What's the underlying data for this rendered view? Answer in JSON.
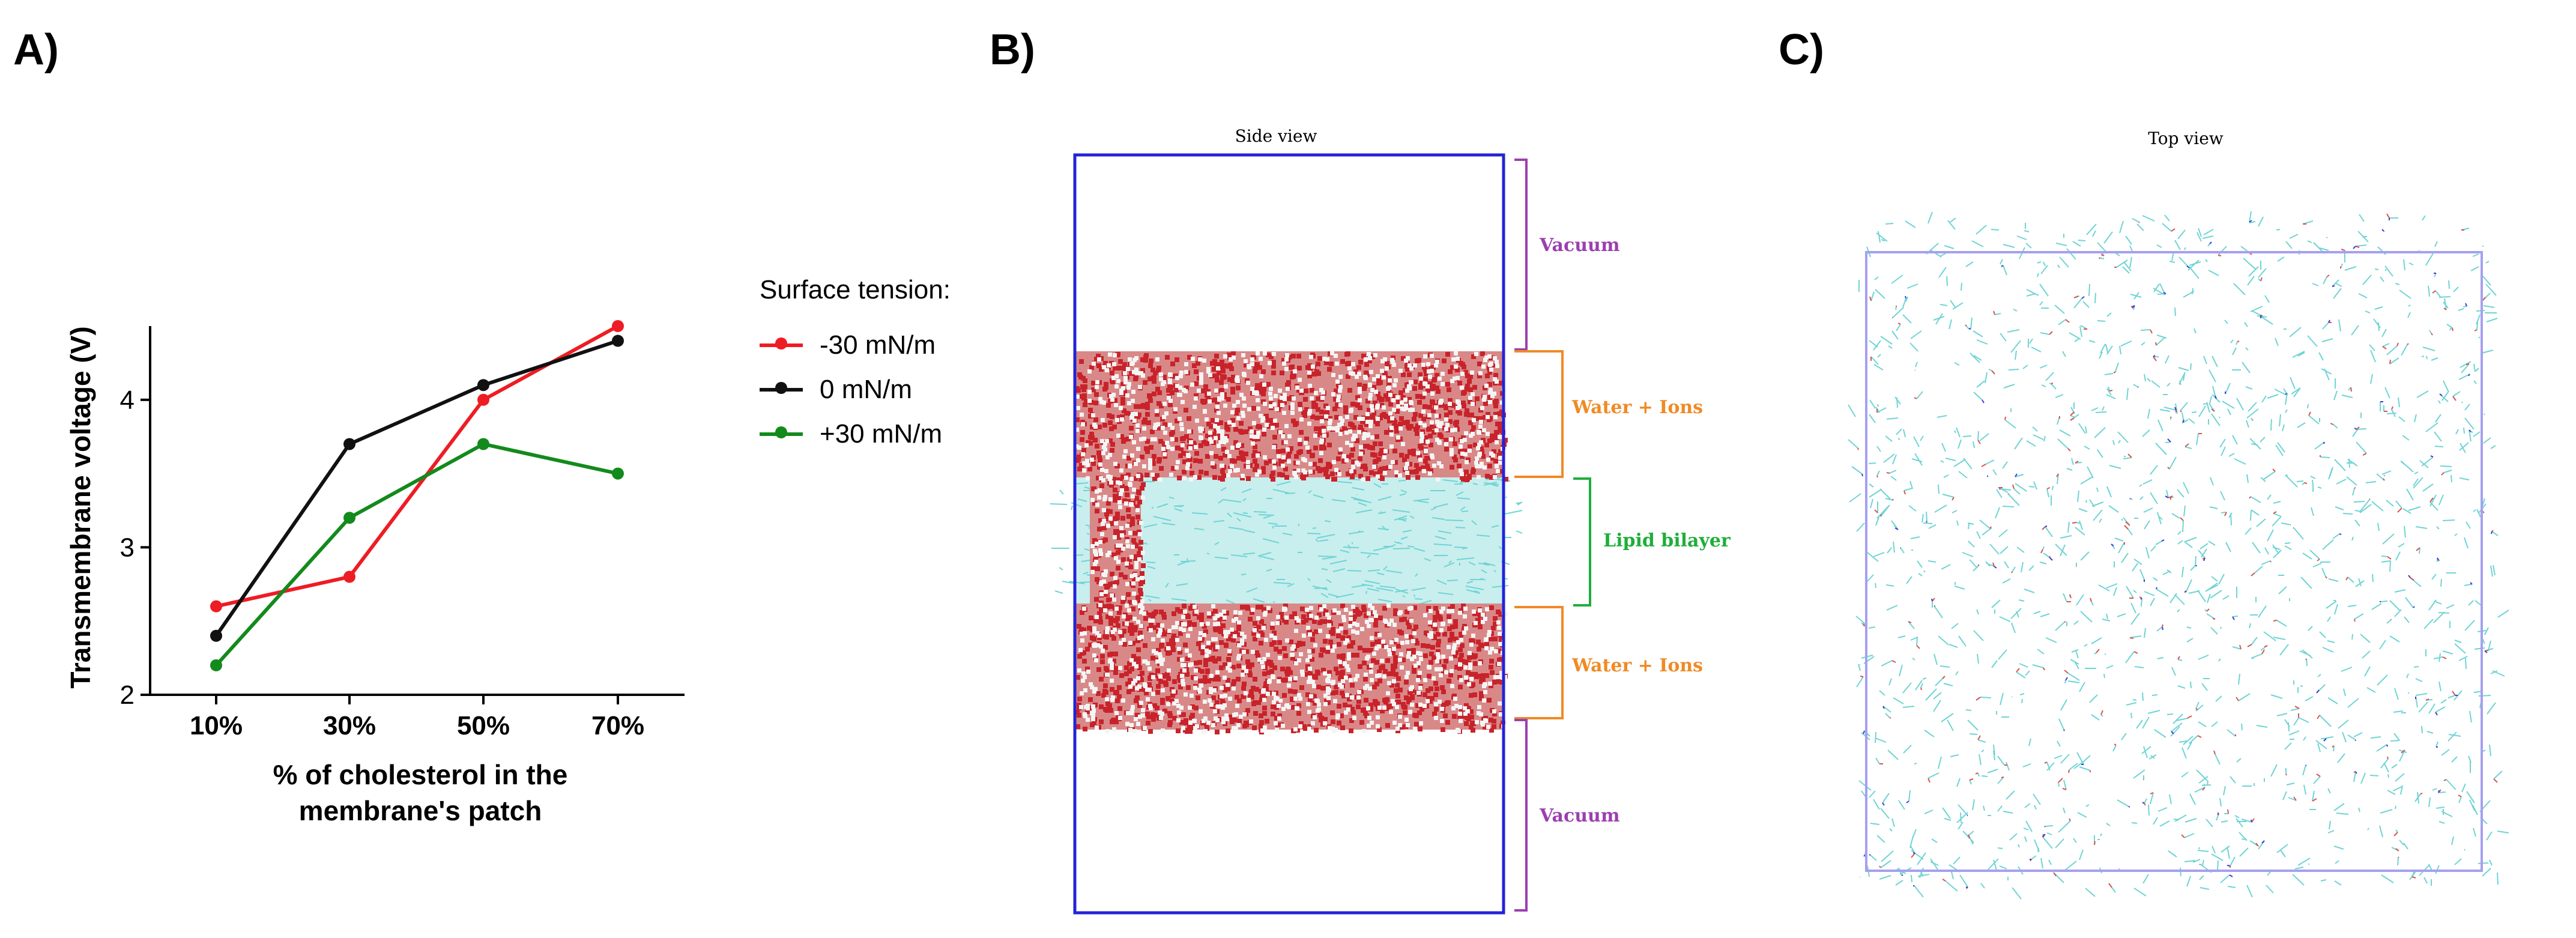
{
  "panel_labels": {
    "a": "A)",
    "b": "B)",
    "c": "C)"
  },
  "colors": {
    "red": "#ee1c24",
    "black": "#111111",
    "green": "#138a1c",
    "vacuum": "#9b3fb0",
    "water": "#f08a24",
    "lipid": "#1fae3a",
    "box_b": "#2323d8",
    "box_c": "#a6a0ef",
    "lipid_cyan": "#6fd4d4",
    "water_red": "#c8232b"
  },
  "chart_data": {
    "type": "line",
    "categories": [
      "10%",
      "30%",
      "50%",
      "70%"
    ],
    "series": [
      {
        "name": "-30 mN/m",
        "color_key": "red",
        "values": [
          2.6,
          2.8,
          4.0,
          4.5
        ]
      },
      {
        "name": "0 mN/m",
        "color_key": "black",
        "values": [
          2.4,
          3.7,
          4.1,
          4.4
        ]
      },
      {
        "name": "+30 mN/m",
        "color_key": "green",
        "values": [
          2.2,
          3.2,
          3.7,
          3.5
        ]
      }
    ],
    "yticks": [
      2,
      3,
      4
    ],
    "ylim": [
      2,
      4.5
    ],
    "ylabel": "Transmembrane voltage (V)",
    "xlabel_line1": "% of cholesterol in the",
    "xlabel_line2": "membrane's patch",
    "legend_title": "Surface tension:",
    "legend_position": "right",
    "grid": false
  },
  "panel_b": {
    "title": "Side view",
    "annotations": {
      "vacuum_top": "Vacuum",
      "water_top": "Water + Ions",
      "lipid": "Lipid bilayer",
      "water_bottom": "Water + Ions",
      "vacuum_bottom": "Vacuum"
    }
  },
  "panel_c": {
    "title": "Top view"
  }
}
